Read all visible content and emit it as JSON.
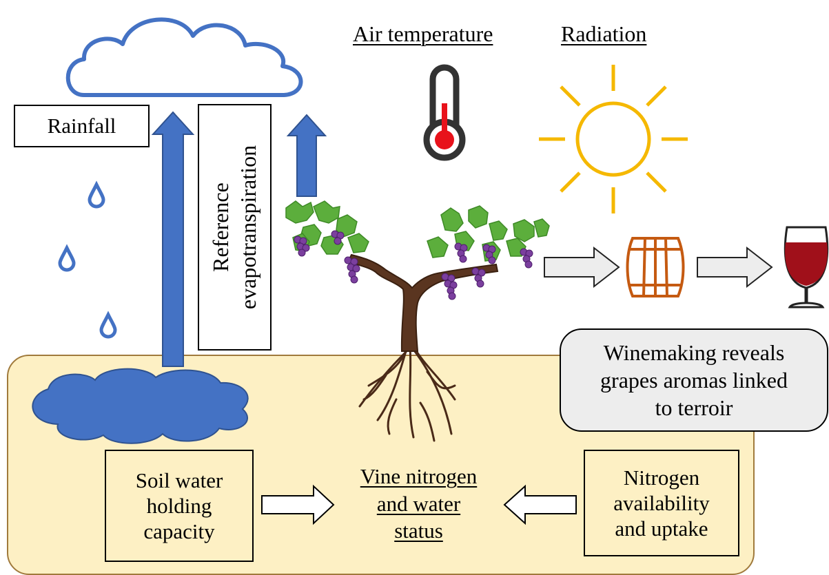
{
  "labels": {
    "air_temperature": "Air temperature",
    "radiation": "Radiation",
    "rainfall": "Rainfall",
    "reference_et_line1": "Reference",
    "reference_et_line2": "evapotranspiration",
    "winemaking_line1": "Winemaking reveals",
    "winemaking_line2": "grapes aromas linked",
    "winemaking_line3": "to terroir",
    "soil_line1": "Soil water",
    "soil_line2": "holding",
    "soil_line3": "capacity",
    "vine_line1": "Vine nitrogen",
    "vine_line2": "and water",
    "vine_line3": "status",
    "nitrogen_line1": "Nitrogen",
    "nitrogen_line2": "availability",
    "nitrogen_line3": "and uptake"
  },
  "colors": {
    "water_blue": "#4472c4",
    "soil_fill": "#fdf0c4",
    "soil_border": "#a07a3c",
    "sun_yellow": "#f5b800",
    "thermo_red": "#e8121b",
    "barrel_brown": "#c55a11",
    "wine_red": "#a0101a",
    "leaf_green": "#5cae3c",
    "grape_purple": "#7b3f9e",
    "trunk_brown": "#5a3520"
  },
  "icons": [
    "cloud-icon",
    "raindrop-icon",
    "thermometer-icon",
    "sun-icon",
    "grapevine-icon",
    "barrel-icon",
    "wine-glass-icon",
    "puddle-icon"
  ]
}
